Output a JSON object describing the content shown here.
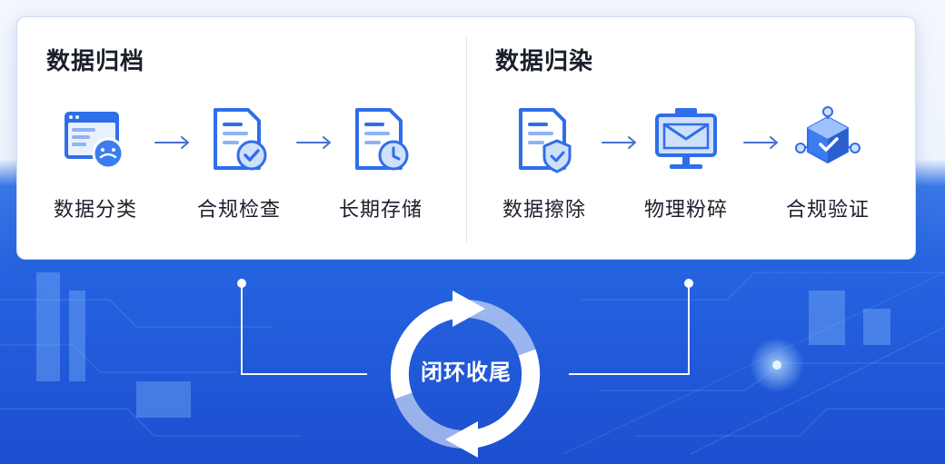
{
  "colors": {
    "icon_blue": "#2f6ee8",
    "icon_light": "#cfe0fb",
    "arrow": "#4a6fd0",
    "text_dark": "#1a1f2b",
    "bg_blue": "#2563e0"
  },
  "sections": [
    {
      "title": "数据归档",
      "steps": [
        {
          "label": "数据分类",
          "icon": "browser-window-icon"
        },
        {
          "label": "合规检查",
          "icon": "document-check-icon"
        },
        {
          "label": "长期存储",
          "icon": "document-clock-icon"
        }
      ]
    },
    {
      "title": "数据归染",
      "steps": [
        {
          "label": "数据擦除",
          "icon": "document-shield-icon"
        },
        {
          "label": "物理粉碎",
          "icon": "shredder-icon"
        },
        {
          "label": "合规验证",
          "icon": "verified-cube-icon"
        }
      ]
    }
  ],
  "loop": {
    "label": "闭环收尾",
    "icon": "cycle-arrows-icon"
  }
}
